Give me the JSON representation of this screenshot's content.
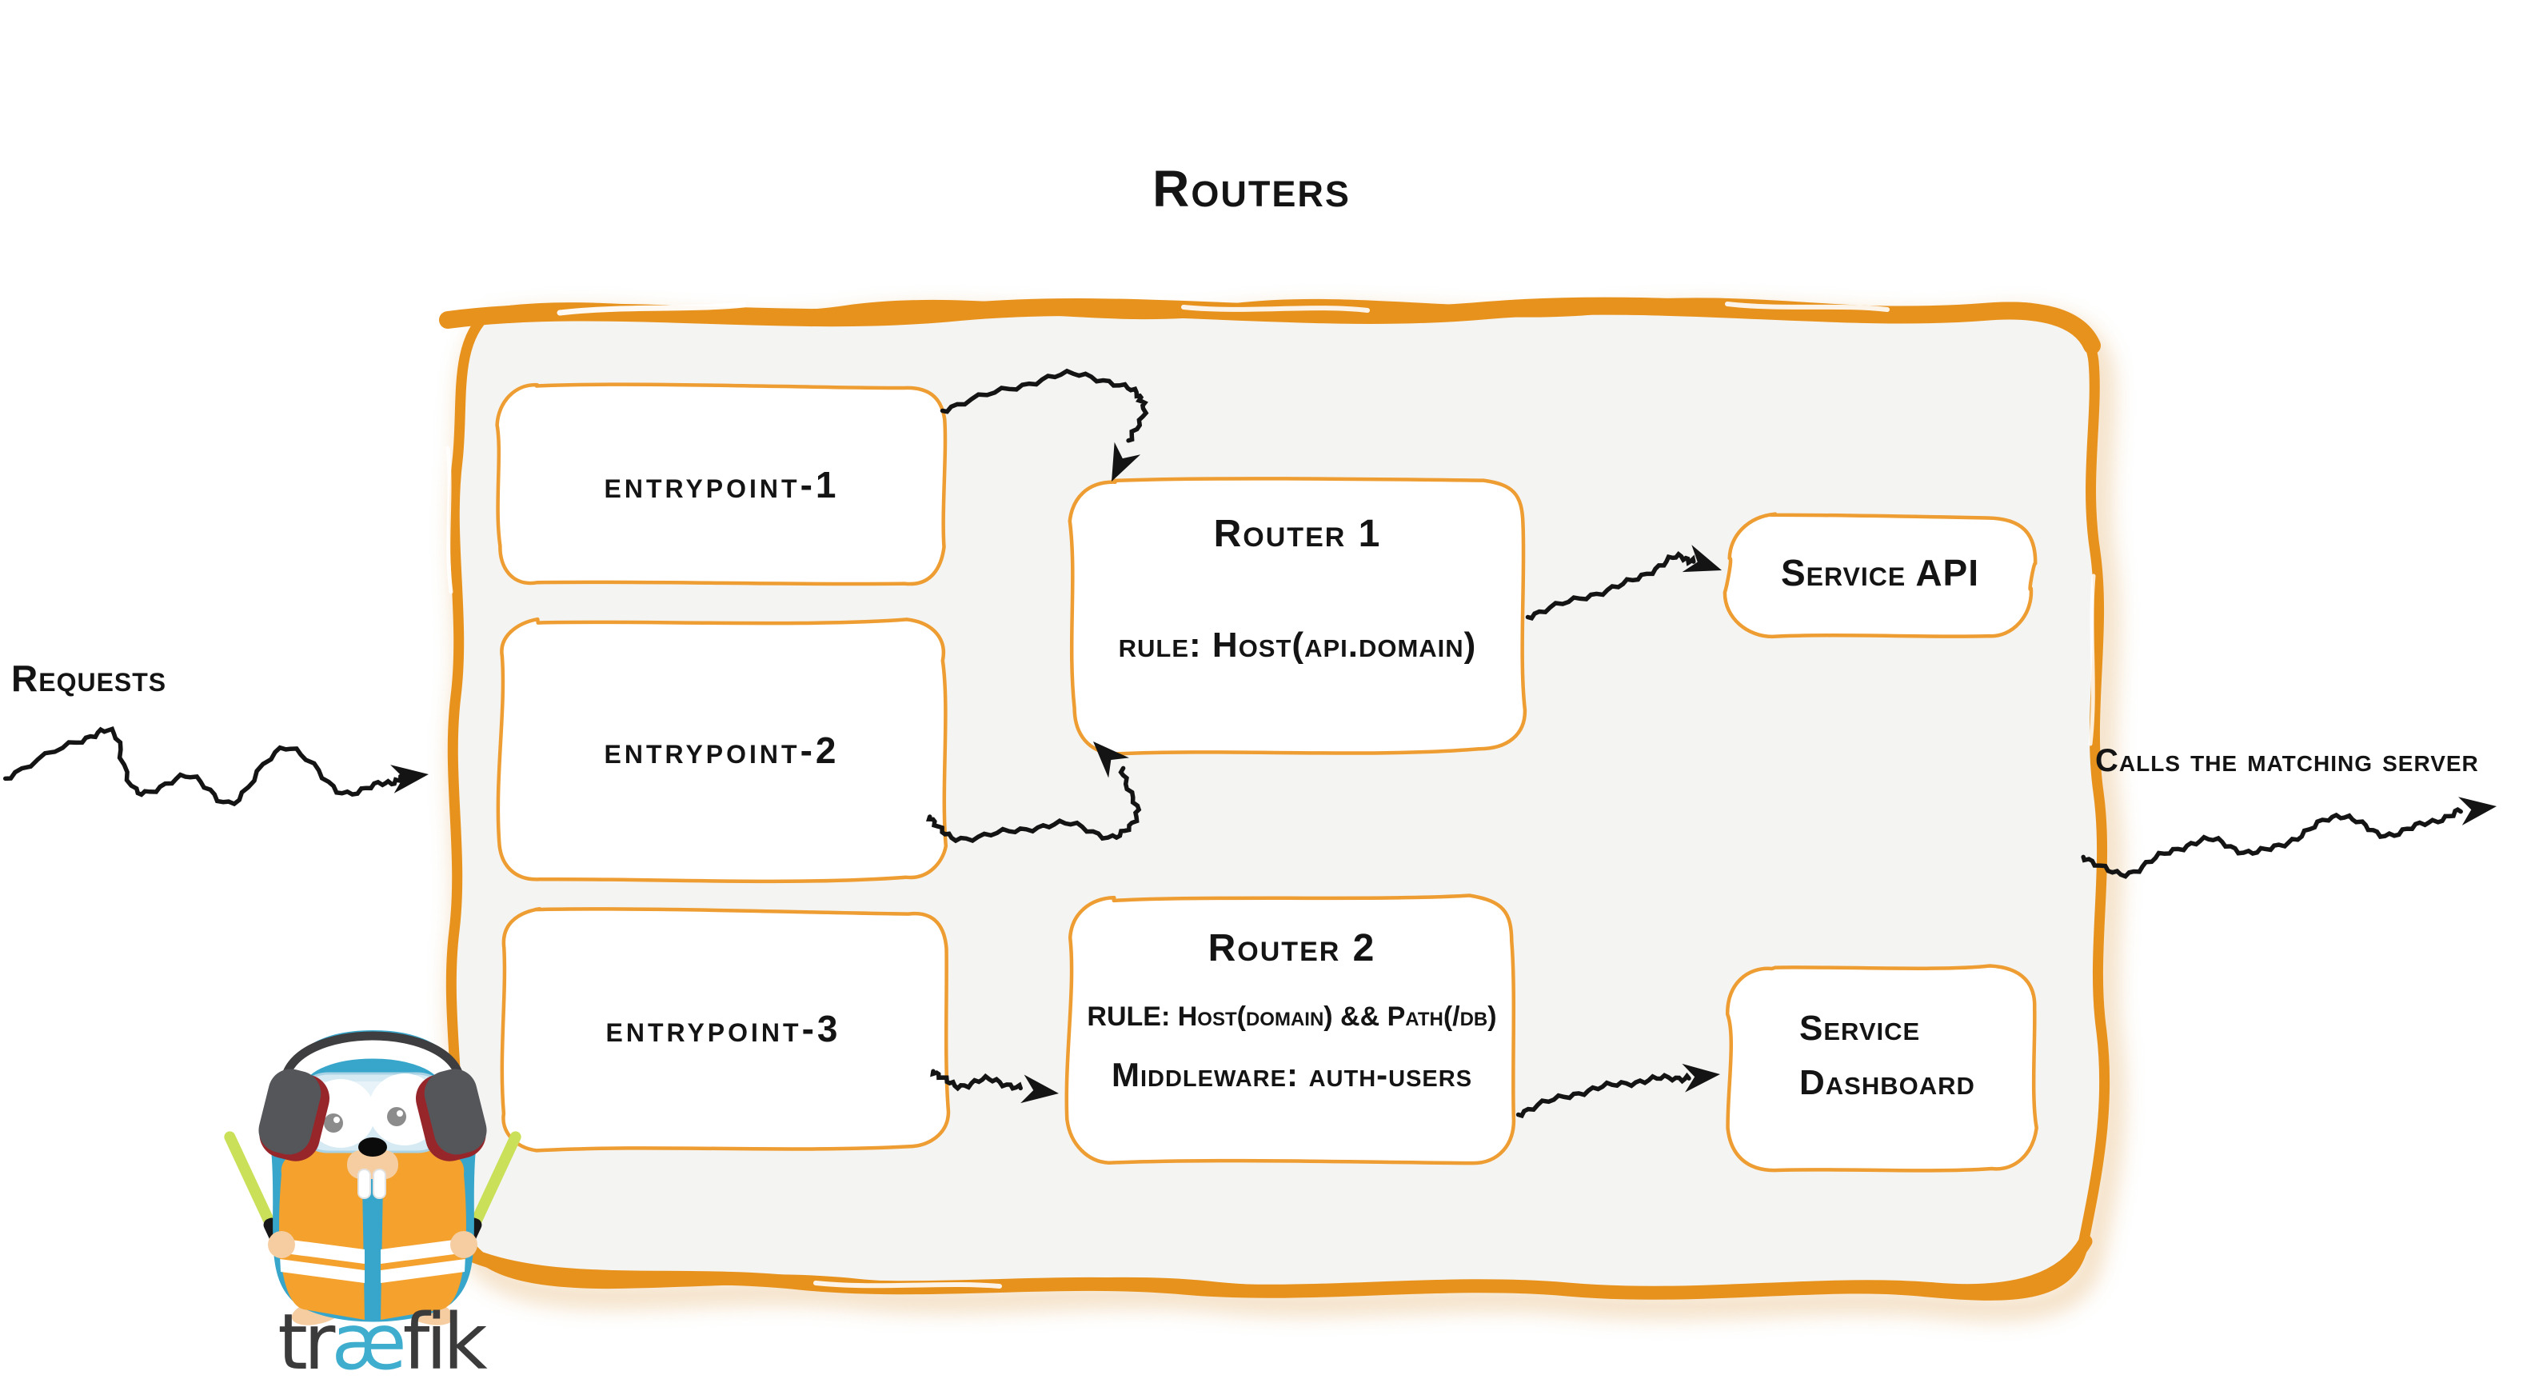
{
  "title": "Routers",
  "palette": {
    "panel_border_orange": "#E8921E",
    "node_border_orange": "#EE9D32",
    "panel_background": "#F4F4F3",
    "ink_black": "#141414",
    "logo_gray": "#3B3B3B",
    "logo_blue": "#3FAECE",
    "gopher_blue": "#38A6CA",
    "vest_orange": "#F4A12E",
    "stick_green": "#CBE059"
  },
  "outside": {
    "requests_label": "Requests",
    "calls_label": "Calls the matching server"
  },
  "entrypoints": [
    {
      "label": "entrypoint-1"
    },
    {
      "label": "entrypoint-2"
    },
    {
      "label": "entrypoint-3"
    }
  ],
  "routers": [
    {
      "name": "Router 1",
      "rule": "rule: Host(api.domain)"
    },
    {
      "name": "Router 2",
      "rule": "RULE: Host(domain) && Path(/db)",
      "middleware": "Middleware: auth-users"
    }
  ],
  "services": [
    {
      "label": "Service API"
    },
    {
      "label": "Service Dashboard"
    }
  ],
  "logo": {
    "wordmark_start": "tr",
    "wordmark_ligature": "æ",
    "wordmark_end": "fik"
  },
  "edges": [
    {
      "id": "requests-in",
      "from": "requests",
      "to": "routers-panel"
    },
    {
      "id": "entrypoint1-router1",
      "from": "entrypoint-1",
      "to": "Router 1"
    },
    {
      "id": "entrypoint2-router1",
      "from": "entrypoint-2",
      "to": "Router 1"
    },
    {
      "id": "entrypoint3-router2",
      "from": "entrypoint-3",
      "to": "Router 2"
    },
    {
      "id": "router1-serviceapi",
      "from": "Router 1",
      "to": "Service API"
    },
    {
      "id": "router2-servicedashboard",
      "from": "Router 2",
      "to": "Service Dashboard"
    },
    {
      "id": "calls-out",
      "from": "routers-panel",
      "to": "matching server"
    }
  ]
}
